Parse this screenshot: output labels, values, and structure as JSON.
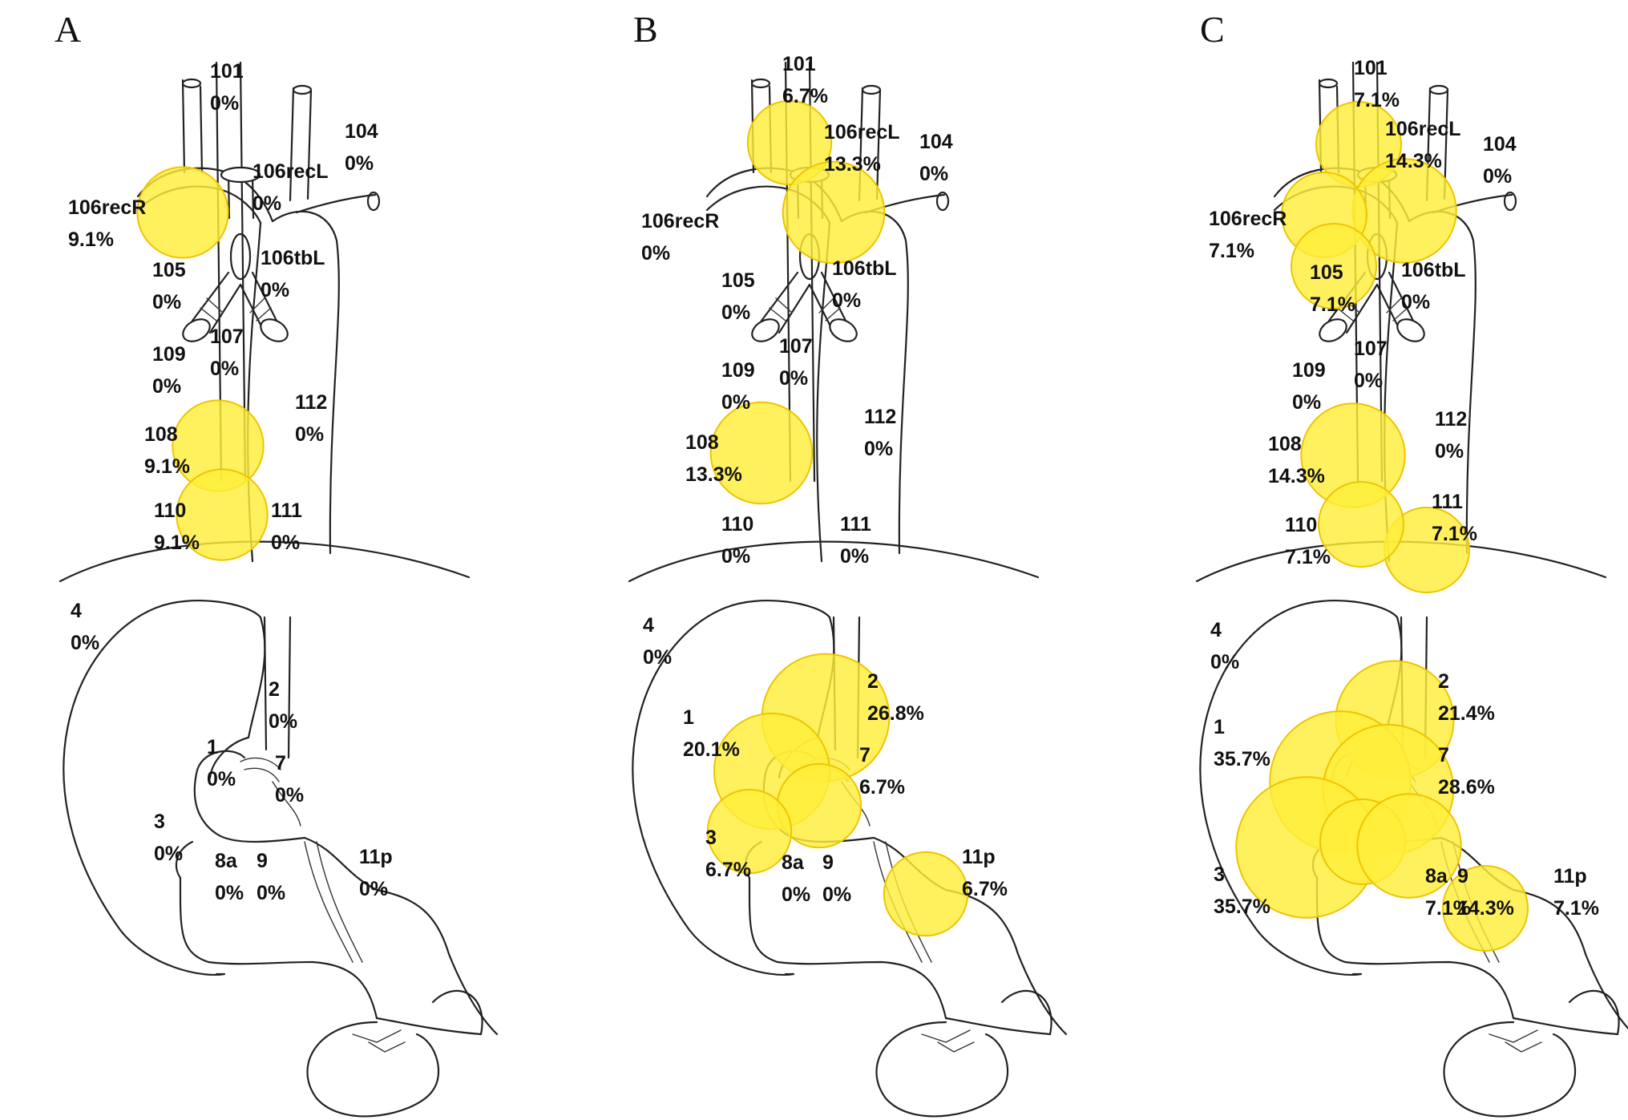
{
  "node_color": "#ffee3a",
  "panels": [
    {
      "letter": "A",
      "stations": [
        {
          "id": "101",
          "pct": "0%",
          "value": 0
        },
        {
          "id": "104",
          "pct": "0%",
          "value": 0
        },
        {
          "id": "106recL",
          "pct": "0%",
          "value": 0
        },
        {
          "id": "106recR",
          "pct": "9.1%",
          "value": 9.1
        },
        {
          "id": "105",
          "pct": "0%",
          "value": 0
        },
        {
          "id": "106tbL",
          "pct": "0%",
          "value": 0
        },
        {
          "id": "107",
          "pct": "0%",
          "value": 0
        },
        {
          "id": "109",
          "pct": "0%",
          "value": 0
        },
        {
          "id": "112",
          "pct": "0%",
          "value": 0
        },
        {
          "id": "108",
          "pct": "9.1%",
          "value": 9.1
        },
        {
          "id": "110",
          "pct": "9.1%",
          "value": 9.1
        },
        {
          "id": "111",
          "pct": "0%",
          "value": 0
        },
        {
          "id": "4",
          "pct": "0%",
          "value": 0
        },
        {
          "id": "2",
          "pct": "0%",
          "value": 0
        },
        {
          "id": "1",
          "pct": "0%",
          "value": 0
        },
        {
          "id": "7",
          "pct": "0%",
          "value": 0
        },
        {
          "id": "3",
          "pct": "0%",
          "value": 0
        },
        {
          "id": "8a",
          "pct": "0%",
          "value": 0
        },
        {
          "id": "9",
          "pct": "0%",
          "value": 0
        },
        {
          "id": "11p",
          "pct": "0%",
          "value": 0
        }
      ]
    },
    {
      "letter": "B",
      "stations": [
        {
          "id": "101",
          "pct": "6.7%",
          "value": 6.7
        },
        {
          "id": "106recL",
          "pct": "13.3%",
          "value": 13.3
        },
        {
          "id": "104",
          "pct": "0%",
          "value": 0
        },
        {
          "id": "106recR",
          "pct": "0%",
          "value": 0
        },
        {
          "id": "105",
          "pct": "0%",
          "value": 0
        },
        {
          "id": "106tbL",
          "pct": "0%",
          "value": 0
        },
        {
          "id": "107",
          "pct": "0%",
          "value": 0
        },
        {
          "id": "109",
          "pct": "0%",
          "value": 0
        },
        {
          "id": "112",
          "pct": "0%",
          "value": 0
        },
        {
          "id": "108",
          "pct": "13.3%",
          "value": 13.3
        },
        {
          "id": "110",
          "pct": "0%",
          "value": 0
        },
        {
          "id": "111",
          "pct": "0%",
          "value": 0
        },
        {
          "id": "4",
          "pct": "0%",
          "value": 0
        },
        {
          "id": "2",
          "pct": "26.8%",
          "value": 26.8
        },
        {
          "id": "1",
          "pct": "20.1%",
          "value": 20.1
        },
        {
          "id": "7",
          "pct": "6.7%",
          "value": 6.7
        },
        {
          "id": "3",
          "pct": "6.7%",
          "value": 6.7
        },
        {
          "id": "8a",
          "pct": "0%",
          "value": 0
        },
        {
          "id": "9",
          "pct": "0%",
          "value": 0
        },
        {
          "id": "11p",
          "pct": "6.7%",
          "value": 6.7
        }
      ]
    },
    {
      "letter": "C",
      "stations": [
        {
          "id": "101",
          "pct": "7.1%",
          "value": 7.1
        },
        {
          "id": "106recL",
          "pct": "14.3%",
          "value": 14.3
        },
        {
          "id": "104",
          "pct": "0%",
          "value": 0
        },
        {
          "id": "106recR",
          "pct": "7.1%",
          "value": 7.1
        },
        {
          "id": "105",
          "pct": "7.1%",
          "value": 7.1
        },
        {
          "id": "106tbL",
          "pct": "0%",
          "value": 0
        },
        {
          "id": "109",
          "pct": "0%",
          "value": 0
        },
        {
          "id": "107",
          "pct": "0%",
          "value": 0
        },
        {
          "id": "112",
          "pct": "0%",
          "value": 0
        },
        {
          "id": "108",
          "pct": "14.3%",
          "value": 14.3
        },
        {
          "id": "111",
          "pct": "7.1%",
          "value": 7.1
        },
        {
          "id": "110",
          "pct": "7.1%",
          "value": 7.1
        },
        {
          "id": "4",
          "pct": "0%",
          "value": 0
        },
        {
          "id": "2",
          "pct": "21.4%",
          "value": 21.4
        },
        {
          "id": "1",
          "pct": "35.7%",
          "value": 35.7
        },
        {
          "id": "7",
          "pct": "28.6%",
          "value": 28.6
        },
        {
          "id": "3",
          "pct": "35.7%",
          "value": 35.7
        },
        {
          "id": "8a",
          "pct": "7.1%",
          "value": 7.1
        },
        {
          "id": "9",
          "pct": "14.3%",
          "value": 14.3
        },
        {
          "id": "11p",
          "pct": "7.1%",
          "value": 7.1
        }
      ]
    }
  ]
}
